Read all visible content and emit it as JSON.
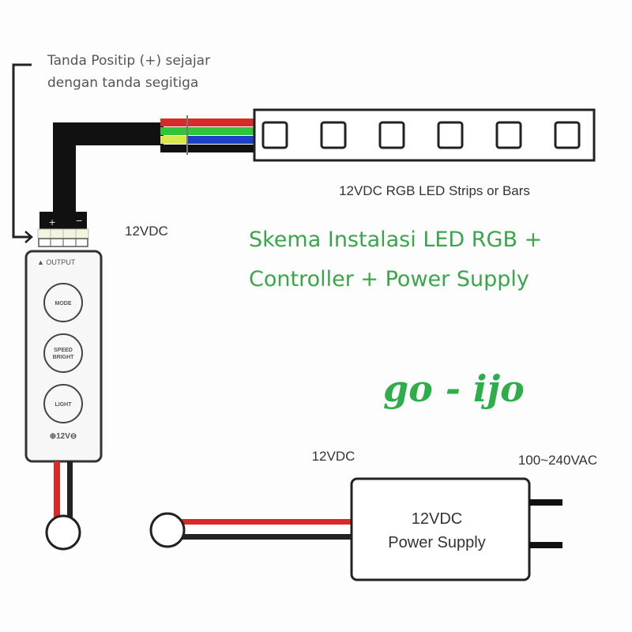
{
  "annotation": {
    "line1": "Tanda Positip (+) sejajar",
    "line2": "dengan tanda segitiga"
  },
  "led_strip": {
    "label": "12VDC RGB LED Strips or Bars",
    "led_count": 6,
    "wire_colors": [
      "#d92a2a",
      "#2fc43a",
      "#1e3fc8",
      "#111111"
    ],
    "wire_colors_left": [
      "#d92a2a",
      "#2fc43a",
      "#d8e84a",
      "#111111"
    ]
  },
  "connector": {
    "plus_label": "+",
    "minus_label": "−"
  },
  "controller": {
    "output_label": "▲ OUTPUT",
    "buttons": [
      {
        "line1": "MODE",
        "line2": ""
      },
      {
        "line1": "SPEED",
        "line2": "BRIGHT"
      },
      {
        "line1": "LIGHT",
        "line2": ""
      }
    ],
    "power_label": "⊕12V⊖",
    "voltage_label": "12VDC"
  },
  "title": {
    "line1": "Skema Instalasi LED RGB +",
    "line2": "Controller + Power Supply"
  },
  "brand": "go - ijo",
  "power_supply": {
    "output_label": "12VDC",
    "input_label": "100~240VAC",
    "box_line1": "12VDC",
    "box_line2": "Power Supply"
  },
  "colors": {
    "wire_red": "#d92a2a",
    "wire_black": "#1a1a1a",
    "title_green": "#3aa64a",
    "brand_green": "#2eae4a"
  }
}
